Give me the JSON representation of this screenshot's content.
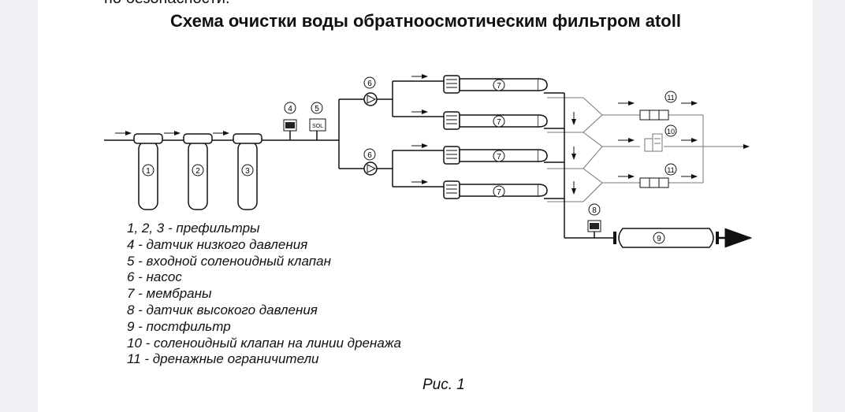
{
  "document": {
    "top_cut_text": "по безопасности.",
    "title": "Схема очистки воды обратноосмотическим фильтром atoll",
    "caption": "Рис. 1"
  },
  "diagram": {
    "labels": {
      "prefilter_1": "1",
      "prefilter_2": "2",
      "prefilter_3": "3",
      "low_pressure_sensor": "4",
      "inlet_solenoid": "5",
      "solenoid_tag": "SOL",
      "pump_a": "6",
      "pump_b": "6",
      "membrane_1": "7",
      "membrane_2": "7",
      "membrane_3": "7",
      "membrane_4": "7",
      "high_pressure_sensor": "8",
      "postfilter": "9",
      "drain_solenoid": "10",
      "drain_restrictor_top": "11",
      "drain_restrictor_bottom": "11"
    }
  },
  "legend": {
    "items": [
      "1, 2, 3 - префильтры",
      "4 - датчик низкого давления",
      "5 - входной соленоидный клапан",
      "6 - насос",
      "7 - мембраны",
      "8 - датчик высокого давления",
      "9 - постфильтр",
      "10 - соленоидный клапан на линии дренажа",
      "11 - дренажные ограничители"
    ]
  }
}
